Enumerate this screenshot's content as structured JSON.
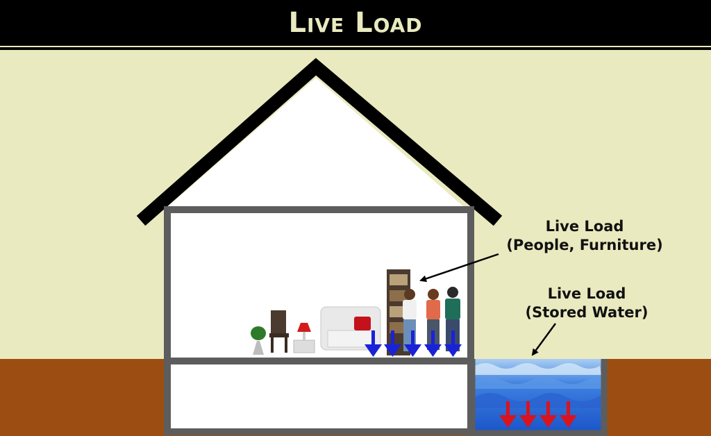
{
  "title": "Live Load",
  "labels": {
    "people_line1": "Live Load",
    "people_line2": "(People, Furniture)",
    "water_line1": "Live Load",
    "water_line2": "(Stored Water)"
  },
  "colors": {
    "sky": "#eaeac0",
    "ground": "#9c4e12",
    "wall": "#5d5d5d",
    "roof": "#000000",
    "people_arrows": "#1a22d8",
    "water_arrows": "#d8141e",
    "water": "#2f6fd8"
  }
}
